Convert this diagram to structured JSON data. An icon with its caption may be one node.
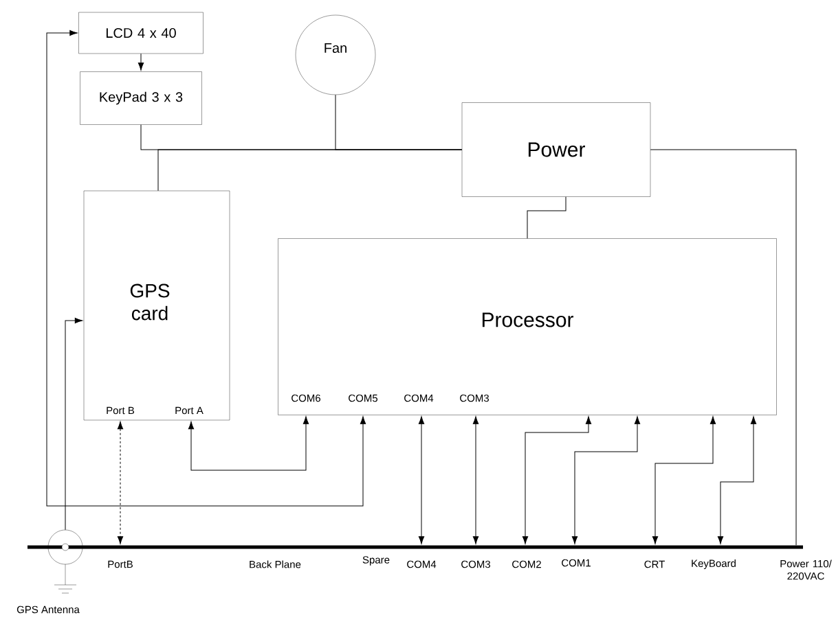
{
  "diagram": {
    "nodes": [
      {
        "text": [
          "LCD 4 x 40"
        ]
      },
      {
        "text": [
          "KeyPad 3 x 3"
        ]
      },
      {
        "text": [
          "Fan"
        ]
      },
      {
        "text": [
          "Power"
        ]
      },
      {
        "text": [
          "GPS card",
          "Port B",
          "Port A"
        ]
      },
      {
        "text": [
          "Processor",
          "COM6",
          "COM5",
          "COM4",
          "COM3"
        ]
      },
      {
        "text": [
          "Back Plane"
        ]
      },
      {
        "text": [
          "GPS Antenna"
        ]
      }
    ],
    "edges": [
      {
        "from": 5,
        "to": 0,
        "arrow": "both"
      },
      {
        "from": 0,
        "to": 1,
        "arrow": "to"
      },
      {
        "from": 1,
        "to": 3,
        "arrow": "none"
      },
      {
        "from": 2,
        "to": 3,
        "arrow": "none"
      },
      {
        "from": 4,
        "to": 3,
        "arrow": "none"
      },
      {
        "from": 3,
        "to": 6,
        "arrow": "none"
      },
      {
        "from": 3,
        "to": 5,
        "arrow": "none"
      },
      {
        "from": 7,
        "to": 4,
        "arrow": "to"
      },
      {
        "from": 4,
        "to": 6,
        "arrow": "both",
        "style": "dashed"
      },
      {
        "from": 4,
        "to": 5,
        "arrow": "both"
      },
      {
        "from": 5,
        "to": 6,
        "arrow": "both"
      },
      {
        "from": 5,
        "to": 6,
        "arrow": "both"
      },
      {
        "from": 5,
        "to": 6,
        "arrow": "both"
      },
      {
        "from": 5,
        "to": 6,
        "arrow": "both"
      },
      {
        "from": 5,
        "to": 6,
        "arrow": "both"
      },
      {
        "from": 5,
        "to": 6,
        "arrow": "both"
      }
    ],
    "labels": [
      "PortB",
      "Spare",
      "COM4",
      "COM3",
      "COM2",
      "COM1",
      "CRT",
      "KeyBoard",
      "Power 110/ 220VAC"
    ]
  }
}
